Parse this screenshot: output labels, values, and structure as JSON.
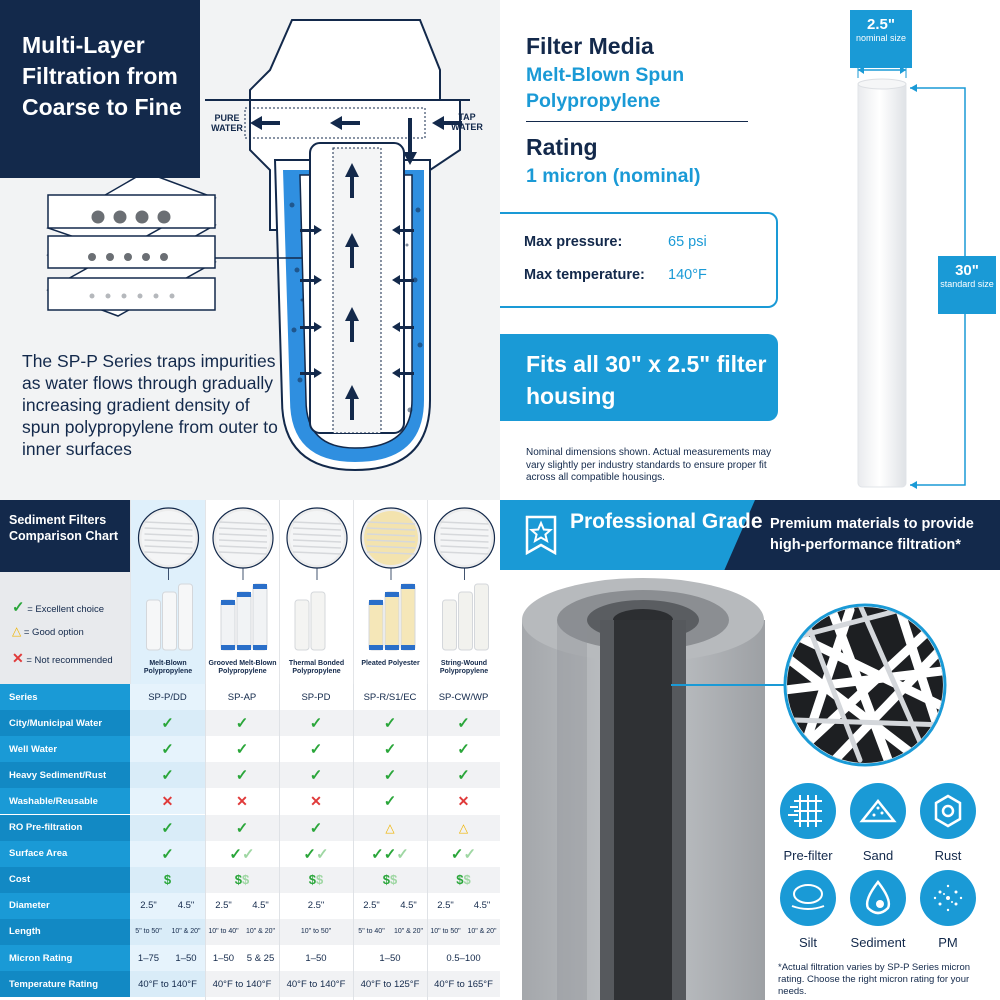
{
  "q1": {
    "title": "Multi-Layer Filtration from Coarse to Fine",
    "pure_water": "PURE WATER",
    "tap_water": "TAP WATER",
    "description": "The SP-P Series traps impurities as water flows through gradually increasing gradient density of spun polypropylene from outer to inner surfaces"
  },
  "q2": {
    "media_heading": "Filter Media",
    "media_value": "Melt-Blown Spun Polypropylene",
    "rating_heading": "Rating",
    "rating_value": "1 micron (nominal)",
    "specs": [
      {
        "label": "Max pressure:",
        "value": "65 psi"
      },
      {
        "label": "Max temperature:",
        "value": "140°F"
      }
    ],
    "fits": "Fits all 30\" x 2.5\" filter housing",
    "note": "Nominal dimensions shown. Actual measurements may vary slightly per industry standards to ensure proper fit across all compatible housings.",
    "diameter": {
      "value": "2.5\"",
      "label": "nominal size"
    },
    "length": {
      "value": "30\"",
      "label": "standard size"
    }
  },
  "q3": {
    "title": "Sediment Filters Comparison Chart",
    "legend": [
      {
        "mark": "✓",
        "text": "= Excellent choice"
      },
      {
        "mark": "△",
        "text": "= Good option"
      },
      {
        "mark": "✕",
        "text": "= Not recommended"
      }
    ],
    "products": [
      "Melt-Blown Polypropylene",
      "Grooved Melt-Blown Polypropylene",
      "Thermal Bonded Polypropylene",
      "Pleated Polyester",
      "String-Wound Polypropylene"
    ],
    "rows": [
      {
        "label": "Series",
        "cells": [
          "SP-P/DD",
          "SP-AP",
          "SP-PD",
          "SP-R/S1/EC",
          "SP-CW/WP"
        ]
      },
      {
        "label": "City/Municipal Water",
        "cells": [
          "✓",
          "✓",
          "✓",
          "✓",
          "✓"
        ]
      },
      {
        "label": "Well Water",
        "cells": [
          "✓",
          "✓",
          "✓",
          "✓",
          "✓"
        ]
      },
      {
        "label": "Heavy Sediment/Rust",
        "cells": [
          "✓",
          "✓",
          "✓",
          "✓",
          "✓"
        ]
      },
      {
        "label": "Washable/Reusable",
        "cells": [
          "✕",
          "✕",
          "✕",
          "✓",
          "✕"
        ]
      },
      {
        "label": "RO Pre-filtration",
        "cells": [
          "✓",
          "✓",
          "✓",
          "△",
          "△"
        ]
      },
      {
        "label": "Surface Area",
        "cells": [
          "✓",
          "✓✓",
          "✓✓",
          "✓✓✓",
          "✓✓"
        ]
      },
      {
        "label": "Cost",
        "cells": [
          "$",
          "$$",
          "$$",
          "$$",
          "$$"
        ]
      },
      {
        "label": "Diameter",
        "cells": [
          "2.5\"",
          "4.5\"",
          "2.5\"",
          "4.5\"",
          "2.5\"",
          "2.5\"",
          "4.5\"",
          "2.5\"",
          "4.5\""
        ]
      },
      {
        "label": "Length",
        "cells": [
          "5\" to 50\"",
          "10\" & 20\"",
          "10\" to 40\"",
          "10\" & 20\"",
          "10\" to 50\"",
          "5\" to 40\"",
          "10\" & 20\"",
          "10\" to 50\"",
          "10\" & 20\""
        ]
      },
      {
        "label": "Micron Rating",
        "cells": [
          "1–75",
          "1–50",
          "1–50",
          "5 & 25",
          "1–50",
          "1–50",
          "0.5–100"
        ]
      },
      {
        "label": "Temperature Rating",
        "cells": [
          "40°F to 140°F",
          "40°F to 140°F",
          "40°F to 140°F",
          "40°F to 125°F",
          "40°F to 165°F"
        ]
      }
    ]
  },
  "q4": {
    "badge": "Professional Grade",
    "premium": "Premium materials to provide high-performance filtration*",
    "icons": [
      {
        "name": "pre-filter-icon",
        "label": "Pre-filter"
      },
      {
        "name": "sand-icon",
        "label": "Sand"
      },
      {
        "name": "rust-icon",
        "label": "Rust"
      },
      {
        "name": "silt-icon",
        "label": "Silt"
      },
      {
        "name": "sediment-icon",
        "label": "Sediment"
      },
      {
        "name": "pm-icon",
        "label": "PM"
      }
    ],
    "footnote": "*Actual filtration varies by SP-P Series micron rating. Choose the right micron rating for your needs."
  }
}
